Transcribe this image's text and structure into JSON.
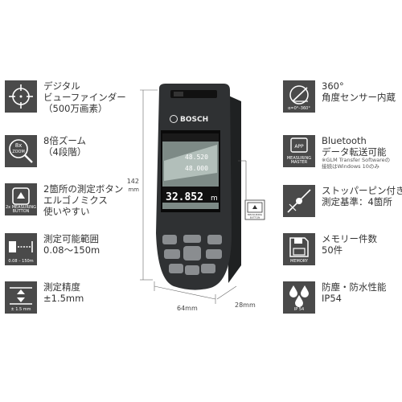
{
  "left_features": [
    {
      "icon": "crosshair-icon",
      "lines": [
        "デジタル",
        "ビューファインダー",
        "（500万画素）"
      ]
    },
    {
      "icon": "zoom-icon",
      "icon_text": [
        "8x",
        "ZOOM"
      ],
      "lines": [
        "8倍ズーム",
        "（4段階）"
      ]
    },
    {
      "icon": "measuring-button-icon",
      "icon_text": [
        "2x MEASURING",
        "BUTTON"
      ],
      "lines": [
        "2箇所の測定ボタン",
        "エルゴノミクス",
        "使いやすい"
      ]
    },
    {
      "icon": "range-icon",
      "icon_text": [
        "0.08 – 150m"
      ],
      "lines": [
        "測定可能範囲",
        "0.08〜150m"
      ]
    },
    {
      "icon": "accuracy-icon",
      "icon_text": [
        "± 1.5 mm"
      ],
      "lines": [
        "測定精度",
        "±1.5mm"
      ]
    }
  ],
  "right_features": [
    {
      "icon": "angle-sensor-icon",
      "icon_text": [
        "α=0°–360°"
      ],
      "lines": [
        "360°",
        "角度センサー内蔵"
      ]
    },
    {
      "icon": "app-icon",
      "icon_text": [
        "APP",
        "MEASURING",
        "MASTER"
      ],
      "lines": [
        "Bluetooth",
        "データ転送可能"
      ],
      "sub_lines": [
        "※GLM Transfer Softwareの",
        "接続はWindows 10のみ"
      ]
    },
    {
      "icon": "stopper-pin-icon",
      "lines": [
        "ストッパーピン付き",
        "測定基準：4箇所"
      ]
    },
    {
      "icon": "memory-icon",
      "icon_text": [
        "MEMORY"
      ],
      "lines": [
        "メモリー件数",
        "50件"
      ]
    },
    {
      "icon": "water-drops-icon",
      "icon_text": [
        "IP 54"
      ],
      "lines": [
        "防塵・防水性能",
        "IP54"
      ]
    }
  ],
  "device": {
    "brand": "BOSCH",
    "screen_reading": "32.852",
    "screen_unit": "m",
    "screen_small": [
      "48.520",
      "48.000"
    ],
    "badge_text": [
      "MEASURING",
      "BUTTON"
    ]
  },
  "dimensions": {
    "height": "142",
    "height_unit": "mm",
    "width": "64mm",
    "depth": "28mm"
  },
  "colors": {
    "icon_bg": "#4a4a4a",
    "device_body": "#2f3133",
    "buttons": "#8a8d90"
  }
}
